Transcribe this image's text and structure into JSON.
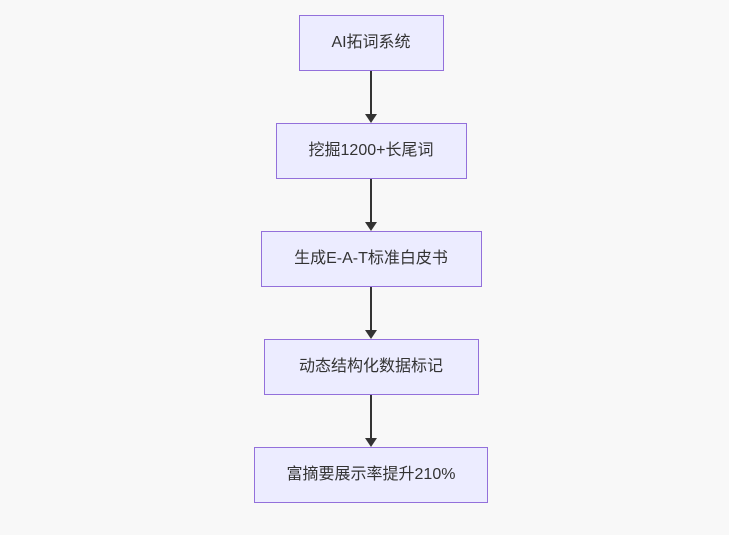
{
  "diagram": {
    "type": "flowchart-vertical",
    "background_color": "#f8f8f8",
    "node_fill_color": "#ECECFF",
    "node_border_color": "#9370DB",
    "arrow_color": "#333333",
    "text_color": "#333333",
    "nodes": [
      {
        "id": "node-1",
        "label": "AI拓词系统"
      },
      {
        "id": "node-2",
        "label": "挖掘1200+长尾词"
      },
      {
        "id": "node-3",
        "label": "生成E-A-T标准白皮书"
      },
      {
        "id": "node-4",
        "label": "动态结构化数据标记"
      },
      {
        "id": "node-5",
        "label": "富摘要展示率提升210%"
      }
    ],
    "edges": [
      {
        "from": "node-1",
        "to": "node-2"
      },
      {
        "from": "node-2",
        "to": "node-3"
      },
      {
        "from": "node-3",
        "to": "node-4"
      },
      {
        "from": "node-4",
        "to": "node-5"
      }
    ]
  }
}
